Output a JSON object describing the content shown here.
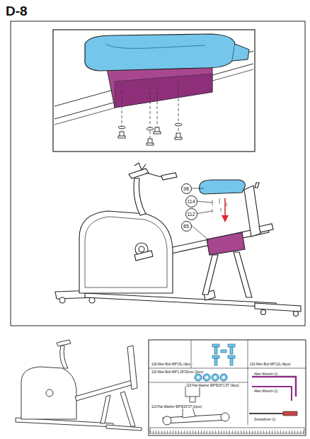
{
  "diagram": {
    "title": "D-8",
    "nodes": [
      {
        "text": [
          "98"
        ]
      },
      {
        "text": [
          "114"
        ]
      },
      {
        "text": [
          "112"
        ]
      },
      {
        "text": [
          "85"
        ]
      }
    ],
    "labels": [
      "118 Allen Bolt M8*15L (4pcs)",
      "116 Allen Bolt M6*12L (4pcs)",
      "119 Flat Washer Φ8*Φ16*1.5T (4pcs)",
      "115 Allen Bolt M8*1.25*20mm (2pcs)",
      "113 Flat Washer Φ8*Φ20*2T (2pcs)",
      "Allen Wrench (1)",
      "Allen Wrench (1)",
      "Screwdriver (1)"
    ]
  }
}
